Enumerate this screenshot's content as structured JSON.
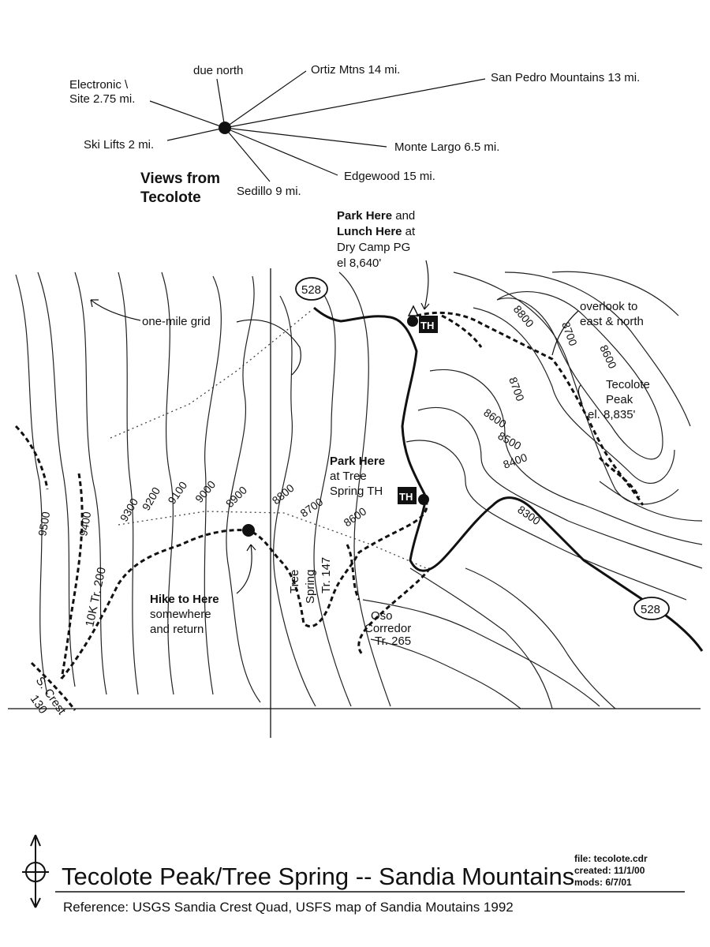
{
  "views": {
    "heading_line1": "Views from",
    "heading_line2": "Tecolote",
    "targets": [
      {
        "id": "due-north",
        "label": "due north"
      },
      {
        "id": "ortiz",
        "label": "Ortiz Mtns 14 mi."
      },
      {
        "id": "san-pedro",
        "label": "San Pedro Mountains 13 mi."
      },
      {
        "id": "electronic-1",
        "label": "Electronic \\"
      },
      {
        "id": "electronic-2",
        "label": "Site 2.75 mi."
      },
      {
        "id": "ski-lifts",
        "label": "Ski Lifts 2 mi."
      },
      {
        "id": "monte-largo",
        "label": "Monte Largo 6.5 mi."
      },
      {
        "id": "edgewood",
        "label": "Edgewood 15 mi."
      },
      {
        "id": "sedillo",
        "label": "Sedillo 9 mi."
      }
    ]
  },
  "map": {
    "road_number": "528",
    "th_badge": "TH",
    "grid_label": "one-mile grid",
    "park_dry": {
      "bold1": "Park Here",
      "rest1": " and",
      "bold2": "Lunch Here",
      "rest2": " at",
      "line3": "Dry Camp PG",
      "line4": "el 8,640'"
    },
    "park_tree": {
      "bold": "Park Here",
      "line2": "at Tree",
      "line3": "Spring TH"
    },
    "hike": {
      "bold": "Hike to Here",
      "line2": "somewhere",
      "line3": "and return"
    },
    "overlook": {
      "line1": "overlook to",
      "line2": "east & north"
    },
    "peak": {
      "line1": "Tecolote",
      "line2": "Peak",
      "line3": "el. 8,835'"
    },
    "tree_spring_trail": {
      "line1": "Tree",
      "line2": "Spring",
      "line3": "Tr. 147"
    },
    "oso": {
      "line1": "Oso",
      "line2": "Corredor",
      "line3": "Tr. 265"
    },
    "tenk": "10K Tr. 200",
    "crest": {
      "line1": "S. Crest",
      "line2": "130"
    },
    "contours": [
      "9500",
      "9400",
      "9300",
      "9200",
      "9100",
      "9000",
      "8900",
      "8800",
      "8700",
      "8600",
      "8800",
      "8700",
      "8600",
      "8700",
      "8600",
      "8500",
      "8400",
      "8300"
    ]
  },
  "footer": {
    "title": "Tecolote Peak/Tree Spring -- Sandia Mountains",
    "file": "file: tecolote.cdr",
    "created": "created: 11/1/00",
    "mods": "mods: 6/7/01",
    "reference": "Reference: USGS Sandia Crest Quad, USFS map of Sandia Moutains 1992"
  }
}
